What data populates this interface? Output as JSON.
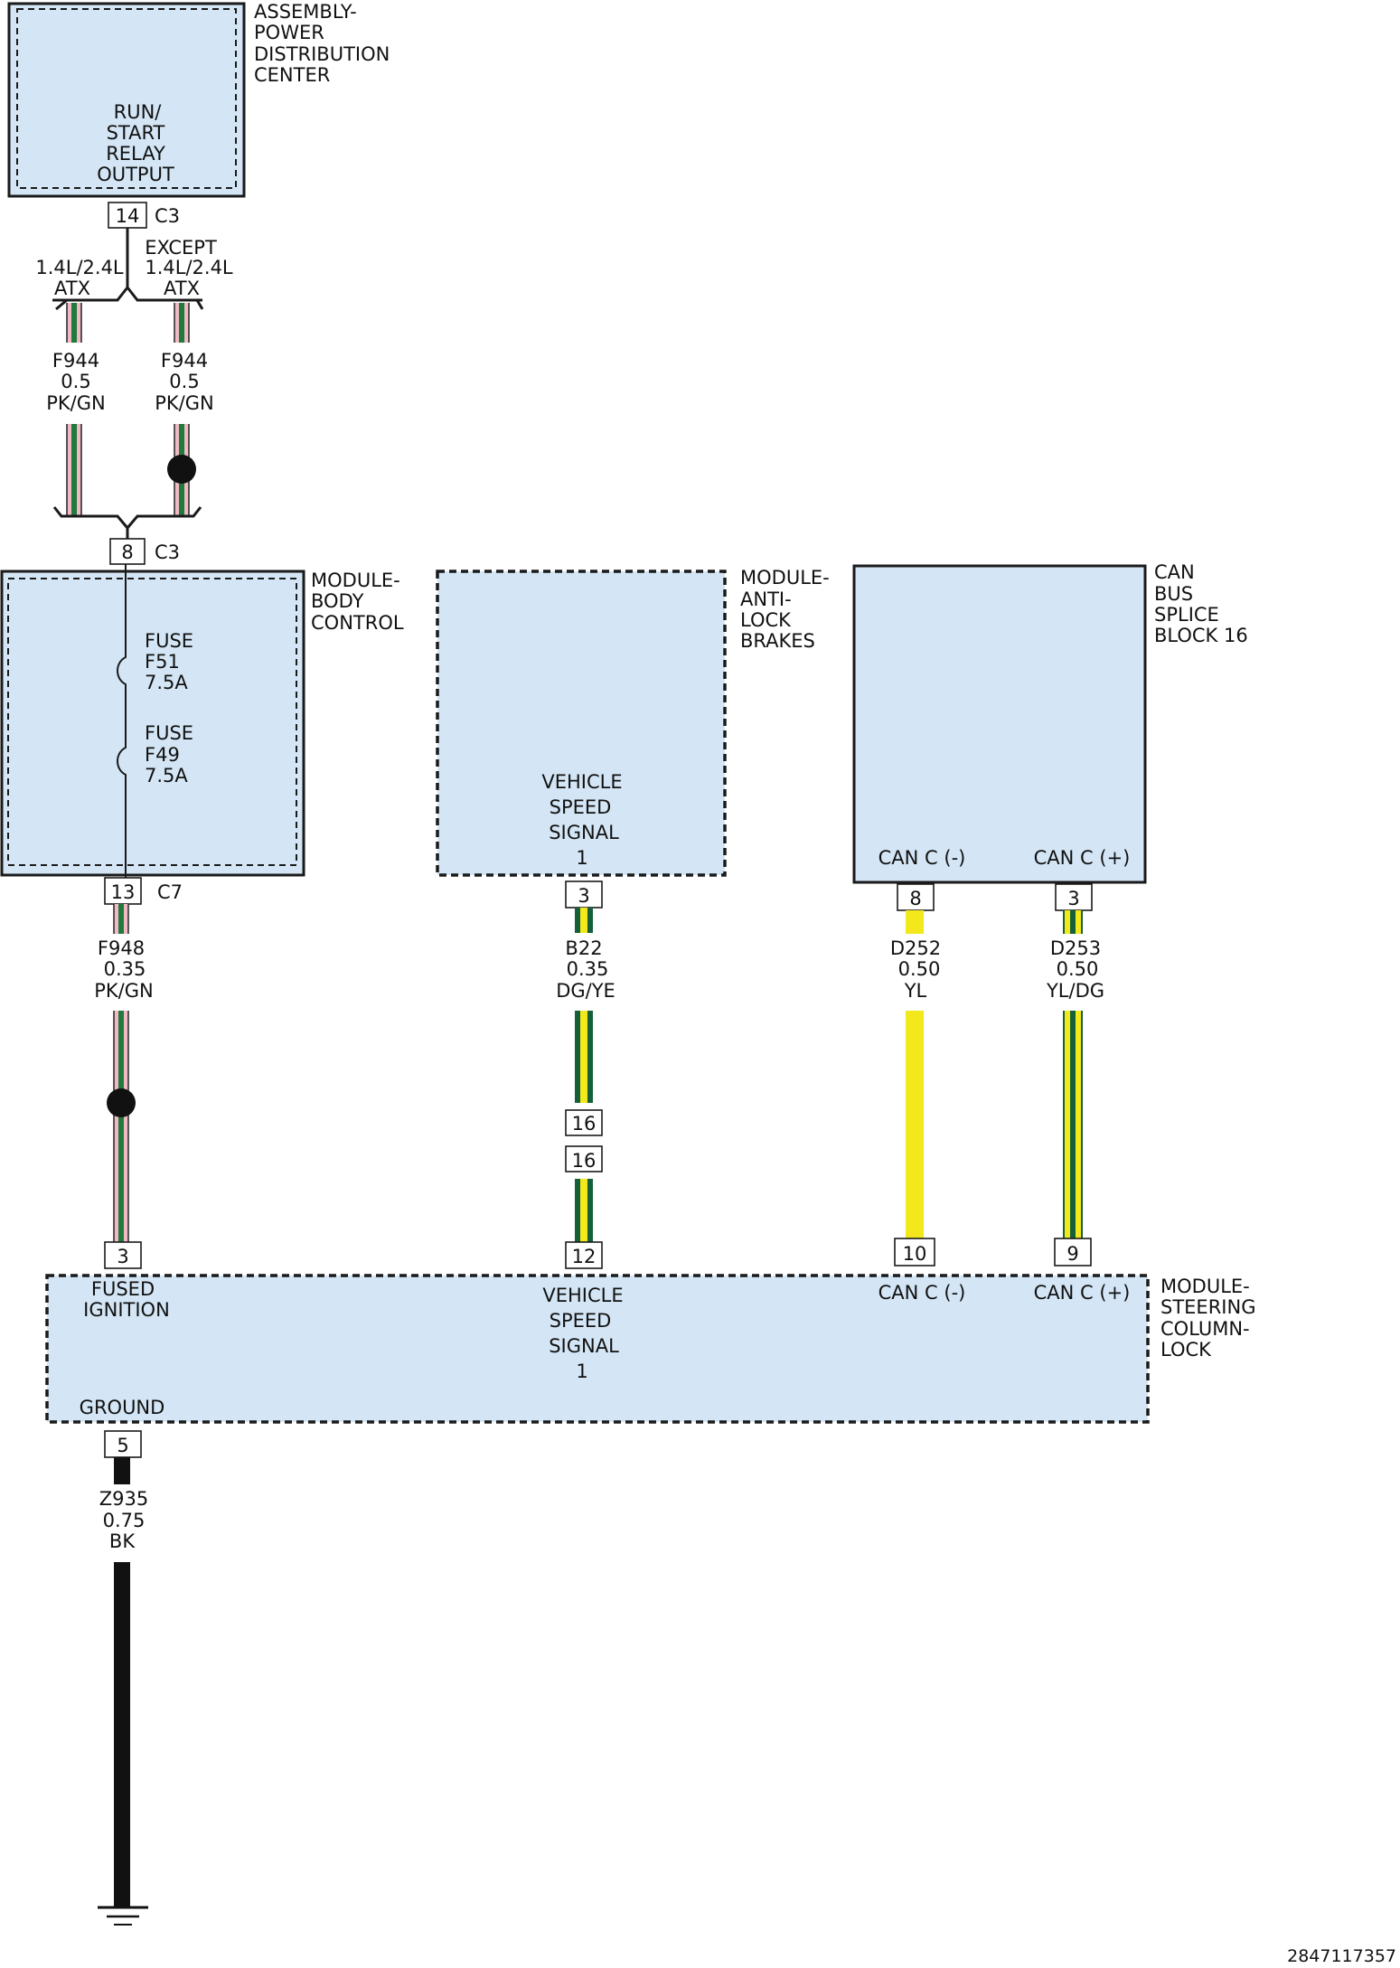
{
  "colors": {
    "module_fill": "#d4e6f5",
    "pink": "#f0b9c4",
    "green": "#1f7a3c",
    "dark_green": "#15603a",
    "yellow": "#f2e81c",
    "black": "#111111"
  },
  "pdc": {
    "name": [
      "ASSEMBLY-",
      "POWER",
      "DISTRIBUTION",
      "CENTER"
    ],
    "internal": [
      "RUN/",
      "START",
      "RELAY",
      "OUTPUT"
    ],
    "pin": "14",
    "connector": "C3"
  },
  "branches": {
    "left_label": [
      "1.4L/2.4L",
      "ATX"
    ],
    "right_label": [
      "EXCEPT",
      "1.4L/2.4L",
      "ATX"
    ]
  },
  "wires": {
    "f944_left": [
      "F944",
      "0.5",
      "PK/GN"
    ],
    "f944_right": [
      "F944",
      "0.5",
      "PK/GN"
    ],
    "f948": [
      "F948",
      "0.35",
      "PK/GN"
    ],
    "b22": [
      "B22",
      "0.35",
      "DG/YE"
    ],
    "d252": [
      "D252",
      "0.50",
      "YL"
    ],
    "d253": [
      "D253",
      "0.50",
      "YL/DG"
    ],
    "z935": [
      "Z935",
      "0.75",
      "BK"
    ]
  },
  "bcm": {
    "name": [
      "MODULE-",
      "BODY",
      "CONTROL"
    ],
    "in_pin": "8",
    "in_connector": "C3",
    "fuse1": [
      "FUSE",
      "F51",
      "7.5A"
    ],
    "fuse2": [
      "FUSE",
      "F49",
      "7.5A"
    ],
    "out_pin": "13",
    "out_connector": "C7"
  },
  "abs": {
    "name": [
      "MODULE-",
      "ANTI-",
      "LOCK",
      "BRAKES"
    ],
    "signal": [
      "VEHICLE",
      "SPEED",
      "SIGNAL",
      "1"
    ],
    "pin": "3"
  },
  "inline_connector": {
    "top_pin": "16",
    "bottom_pin": "16"
  },
  "can": {
    "name": [
      "CAN",
      "BUS",
      "SPLICE",
      "BLOCK 16"
    ],
    "neg_label": "CAN C (-)",
    "pos_label": "CAN C (+)",
    "neg_pin": "8",
    "pos_pin": "3"
  },
  "sccm": {
    "name": [
      "MODULE-",
      "STEERING",
      "COLUMN-",
      "LOCK"
    ],
    "fused": [
      "FUSED",
      "IGNITION"
    ],
    "signal": [
      "VEHICLE",
      "SPEED",
      "SIGNAL",
      "1"
    ],
    "neg_label": "CAN C (-)",
    "pos_label": "CAN C (+)",
    "ground_label": "GROUND",
    "pin_fused": "3",
    "pin_signal": "12",
    "pin_neg": "10",
    "pin_pos": "9",
    "pin_ground": "5"
  },
  "footer": {
    "id": "2847117357"
  }
}
